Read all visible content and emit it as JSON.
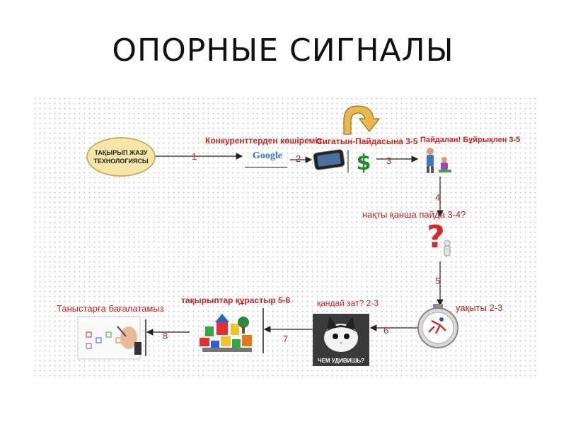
{
  "title": "ОПОРНЫЕ СИГНАЛЫ",
  "nodes": {
    "start_line1": "ТАҚЫРЫП ЖАЗУ",
    "start_line2": "ТЕХНОЛОГИЯСЫ",
    "google_text": "Google",
    "meme_caption": "ЧЕМ УДИВИШЬ?"
  },
  "labels": {
    "competitors": "Конкуренттерден  көшіреміз",
    "signature_benefit": "Сигатын-Пайдасына 3-5",
    "use_command": "Пайдалан! Бұйрықлен 3-5",
    "real_benefit": "нақты қанша пайда 3-4?",
    "time": "уақыты 2-3",
    "what_thing": "қандай зат? 2-3",
    "build_topics": "тақырыптар құрастыр 5-6",
    "evaluate": "Таныстарға бағалатамыз"
  },
  "steps": [
    "1",
    "2",
    "3",
    "4",
    "5",
    "6",
    "7",
    "8"
  ],
  "icons": {
    "loop_arrow": "curved-loop-arrow-icon",
    "phone": "smartphone-icon",
    "dollar": "dollar-sign-icon",
    "people": "people-icon",
    "question": "question-mark-icon",
    "stopwatch": "stopwatch-runner-icon",
    "cat": "cat-meme-image",
    "blocks": "toy-blocks-icon",
    "checklist": "checklist-hand-icon"
  },
  "colors": {
    "label_red": "#cc2222",
    "oval_fill": "#f7e6a8",
    "loop_arrow": "#e8b84a"
  }
}
